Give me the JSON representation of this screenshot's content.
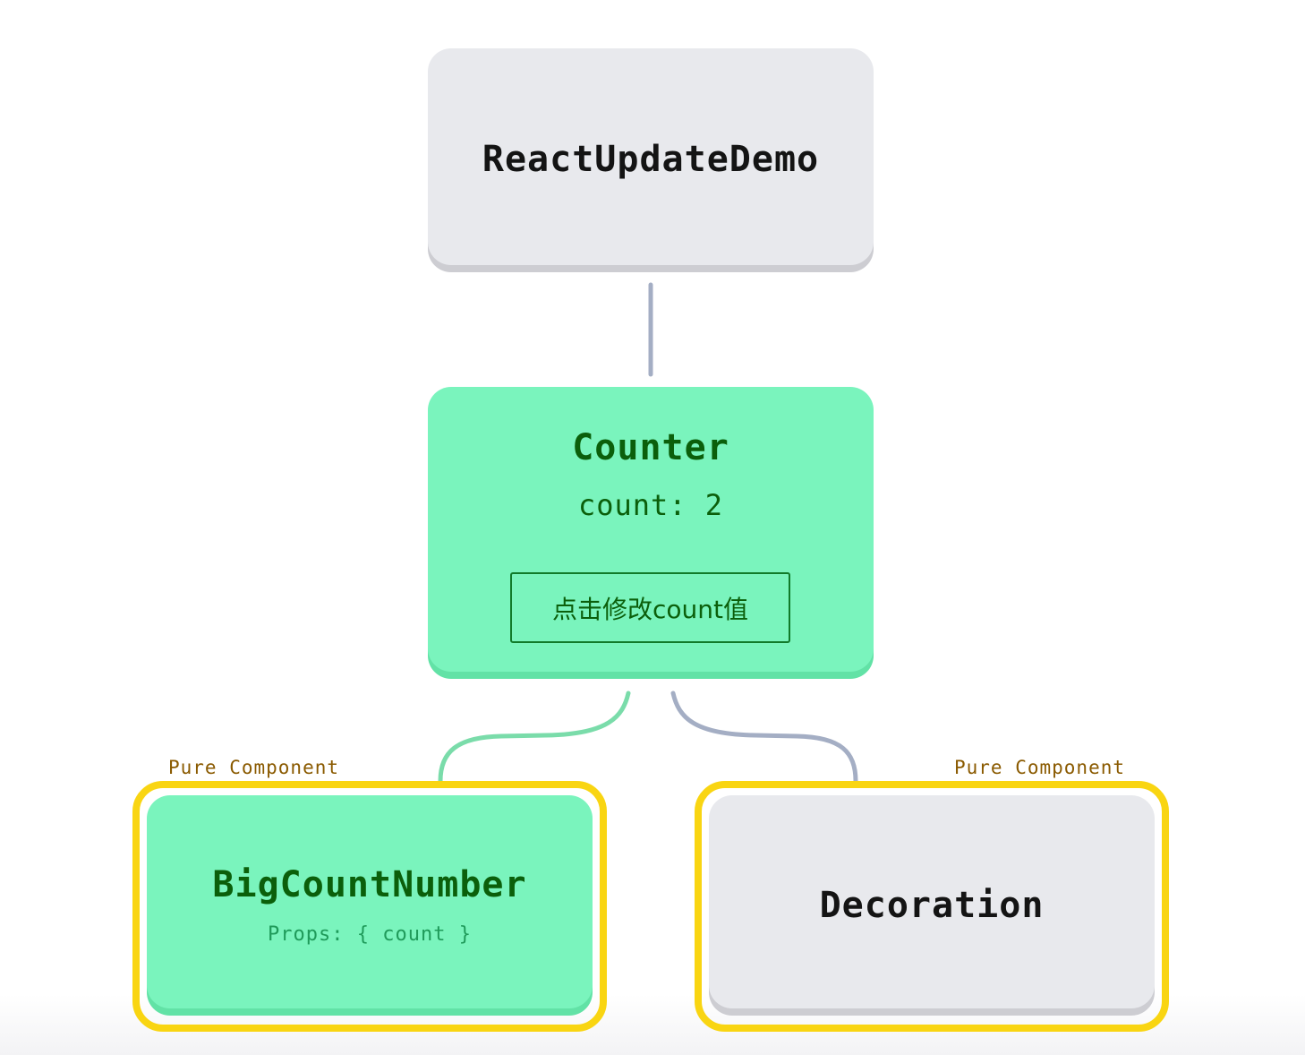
{
  "root": {
    "title": "ReactUpdateDemo"
  },
  "counter": {
    "title": "Counter",
    "state_text": "count: 2",
    "button_label": "点击修改count值"
  },
  "big_count_number": {
    "badge": "Pure Component",
    "title": "BigCountNumber",
    "props_text": "Props: { count }"
  },
  "decoration": {
    "badge": "Pure Component",
    "title": "Decoration"
  },
  "colors": {
    "gray_node": "#e8e9ed",
    "green_node": "#7af4bd",
    "pure_frame": "#f9d512",
    "edge_active": "#7adcaa",
    "edge_inactive": "#a4aec4"
  }
}
